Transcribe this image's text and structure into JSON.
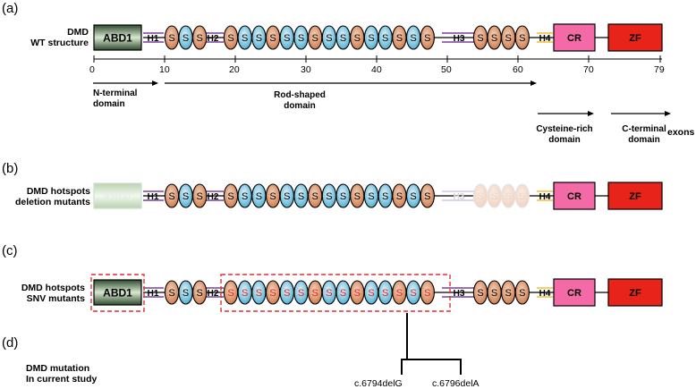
{
  "panels": {
    "a": {
      "letter": "(a)",
      "title_line1": "DMD",
      "title_line2": "WT structure"
    },
    "b": {
      "letter": "(b)",
      "title_line1": "DMD hotspots",
      "title_line2": "deletion mutants"
    },
    "c": {
      "letter": "(c)",
      "title_line1": "DMD hotspots",
      "title_line2": "SNV mutants"
    },
    "d": {
      "letter": "(d)",
      "title_line1": "DMD mutation",
      "title_line2": "In current study"
    }
  },
  "labels": {
    "abd": "ABD1",
    "hinges": [
      "H1",
      "H2",
      "H3",
      "H4"
    ],
    "spectrin": "S",
    "cr": "CR",
    "zf": "ZF"
  },
  "exon_axis": {
    "ticks": [
      "0",
      "10",
      "20",
      "30",
      "40",
      "50",
      "60",
      "70",
      "79"
    ],
    "unit": "exons"
  },
  "domains": [
    {
      "line1": "N-terminal",
      "line2": "domain"
    },
    {
      "line1": "Rod-shaped",
      "line2": "domain"
    },
    {
      "line1": "Cysteine-rich",
      "line2": "domain"
    },
    {
      "line1": "C-terminal",
      "line2": "domain"
    }
  ],
  "mutations": [
    "c.6794delG",
    "c.6796delA"
  ],
  "colors": {
    "orange_spectrin": "#d9895a",
    "blue_spectrin": "#5fb8d6",
    "hinge_purple": "#7a3fa0",
    "h4_yellow": "#f2c230",
    "cr_pink": "#f46aa6",
    "zf_red": "#e8231a",
    "abd_green": "#4a6b45",
    "snv_red_text": "#e02020",
    "dashed_box_red": "#e03030"
  }
}
